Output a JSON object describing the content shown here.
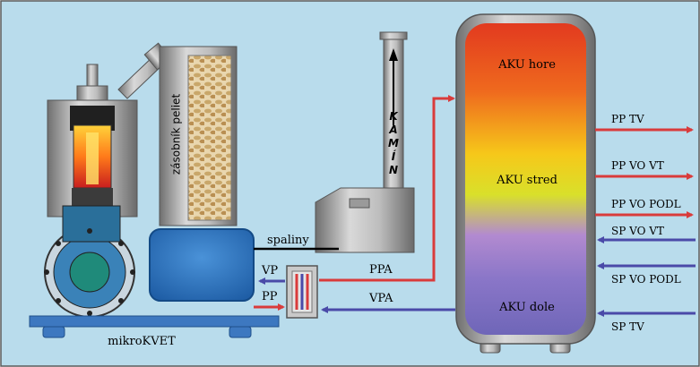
{
  "labels": {
    "hopper": "zásobník peliet",
    "chimney_letters": [
      "K",
      "A",
      "M",
      "Í",
      "N"
    ],
    "flue": "spaliny",
    "vp": "VP",
    "pp": "PP",
    "ppa": "PPA",
    "vpa": "VPA",
    "base": "mikroKVET",
    "aku_top": "AKU hore",
    "aku_mid": "AKU stred",
    "aku_bottom": "AKU dole",
    "pp_tv": "PP TV",
    "pp_vo_vt": "PP VO VT",
    "pp_vo_podl": "PP VO PODL",
    "sp_vo_vt": "SP VO VT",
    "sp_vo_podl": "SP VO PODL",
    "sp_tv": "SP TV"
  },
  "colors": {
    "background": "#b9dcec",
    "supply_red": "#d93b3b",
    "return_blue": "#4a4aa8",
    "box_blue": "#2f78c4",
    "metal": "#9a9a9a"
  }
}
